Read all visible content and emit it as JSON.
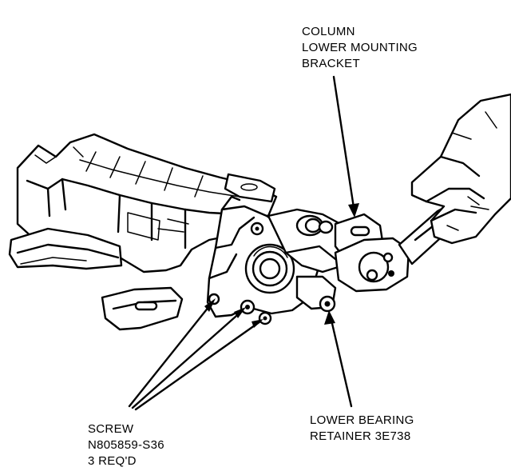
{
  "labels": {
    "column_bracket": [
      "COLUMN",
      "LOWER MOUNTING",
      "BRACKET"
    ],
    "screw": [
      "SCREW",
      "N805859-S36",
      "3 REQ'D"
    ],
    "bearing_retainer": [
      "LOWER BEARING",
      "RETAINER 3E738"
    ]
  }
}
